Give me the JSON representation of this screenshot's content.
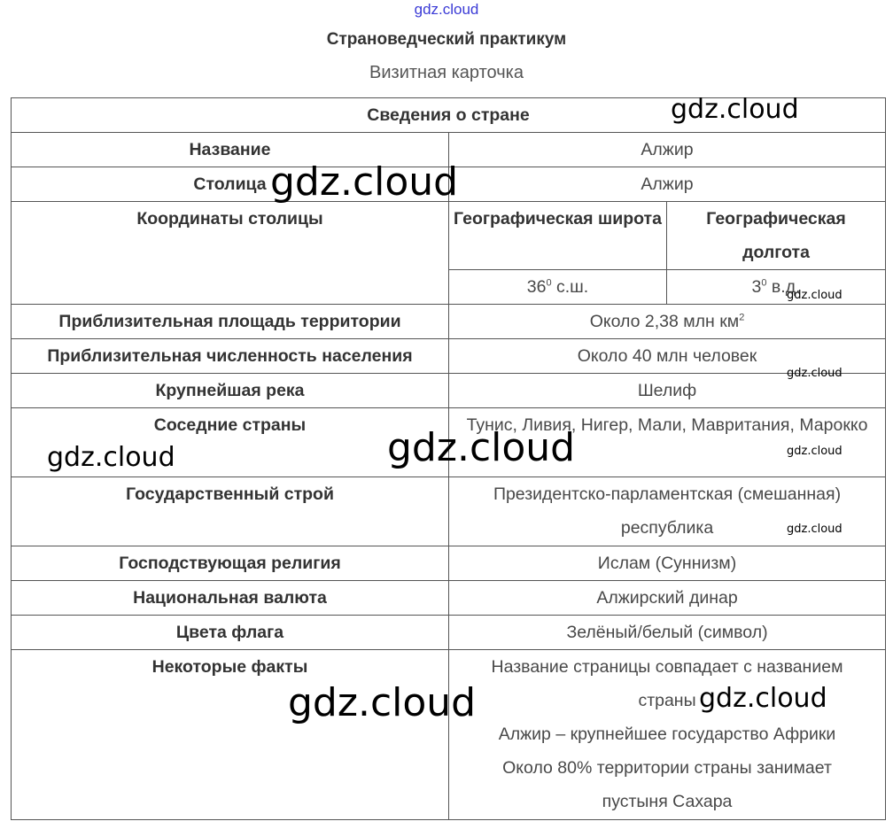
{
  "watermark": "gdz.cloud",
  "title": "Страноведческий практикум",
  "subtitle": "Визитная карточка",
  "table": {
    "header": "Сведения о стране",
    "name": {
      "label": "Название",
      "value": "Алжир"
    },
    "capital": {
      "label": "Столица",
      "value": "Алжир"
    },
    "coords": {
      "label": "Координаты столицы",
      "lat_label": "Географическая широта",
      "lon_label": "Географическая долгота",
      "lat_num": "36",
      "lat_sup": "0",
      "lat_suffix": " с.ш.",
      "lon_num": "3",
      "lon_sup": "0",
      "lon_suffix": " в.д."
    },
    "area": {
      "label": "Приблизительная площадь территории",
      "value": "Около 2,38 млн км",
      "sup": "2"
    },
    "population": {
      "label": "Приблизительная численность населения",
      "value": "Около 40 млн человек"
    },
    "river": {
      "label": "Крупнейшая река",
      "value": "Шелиф"
    },
    "neighbors": {
      "label": "Соседние страны",
      "value": "Тунис, Ливия, Нигер, Мали, Мавритания, Марокко"
    },
    "government": {
      "label": "Государственный строй",
      "value": "Президентско-парламентская (смешанная) республика"
    },
    "religion": {
      "label": "Господствующая религия",
      "value": "Ислам (Суннизм)"
    },
    "currency": {
      "label": "Национальная валюта",
      "value": "Алжирский динар"
    },
    "flag": {
      "label": "Цвета флага",
      "value": "Зелёный/белый (символ)"
    },
    "facts": {
      "label": "Некоторые факты",
      "items": [
        "Название страницы совпадает с названием страны",
        "Алжир – крупнейшее государство Африки",
        "Около 80% территории страны занимает пустыня Сахара"
      ]
    }
  }
}
